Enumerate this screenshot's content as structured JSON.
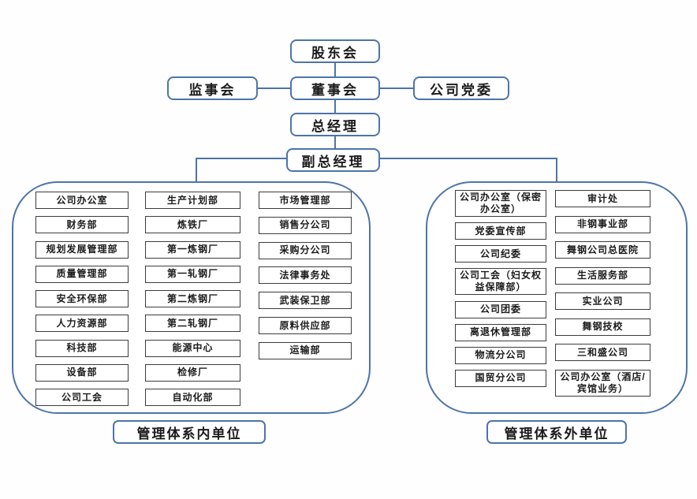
{
  "hierarchy": {
    "shareholders": "股东会",
    "supervisory_board": "监事会",
    "board_of_directors": "董事会",
    "party_committee": "公司党委",
    "general_manager": "总经理",
    "deputy_general_manager": "副总经理"
  },
  "internal_group": {
    "label": "管理体系内单位",
    "columns": [
      [
        "公司办公室",
        "财务部",
        "规划发展管理部",
        "质量管理部",
        "安全环保部",
        "人力资源部",
        "科技部",
        "设备部",
        "公司工会"
      ],
      [
        "生产计划部",
        "炼铁厂",
        "第一炼钢厂",
        "第一轧钢厂",
        "第二炼钢厂",
        "第二轧钢厂",
        "能源中心",
        "检修厂",
        "自动化部"
      ],
      [
        "市场管理部",
        "销售分公司",
        "采购分公司",
        "法律事务处",
        "武装保卫部",
        "原料供应部",
        "运输部"
      ]
    ]
  },
  "external_group": {
    "label": "管理体系外单位",
    "columns": [
      [
        "公司办公室（保密办公室）",
        "党委宣传部",
        "公司纪委",
        "公司工会（妇女权益保障部）",
        "公司团委",
        "离退休管理部",
        "物流分公司",
        "国贸分公司"
      ],
      [
        "审计处",
        "非钢事业部",
        "舞钢公司总医院",
        "生活服务部",
        "实业公司",
        "舞钢技校",
        "三和盛公司",
        "公司办公室（酒店/宾馆业务）"
      ]
    ]
  },
  "colors": {
    "line_blue": "#4d74a8",
    "box_border": "#3c3c3c",
    "text": "#1b1b1b"
  }
}
